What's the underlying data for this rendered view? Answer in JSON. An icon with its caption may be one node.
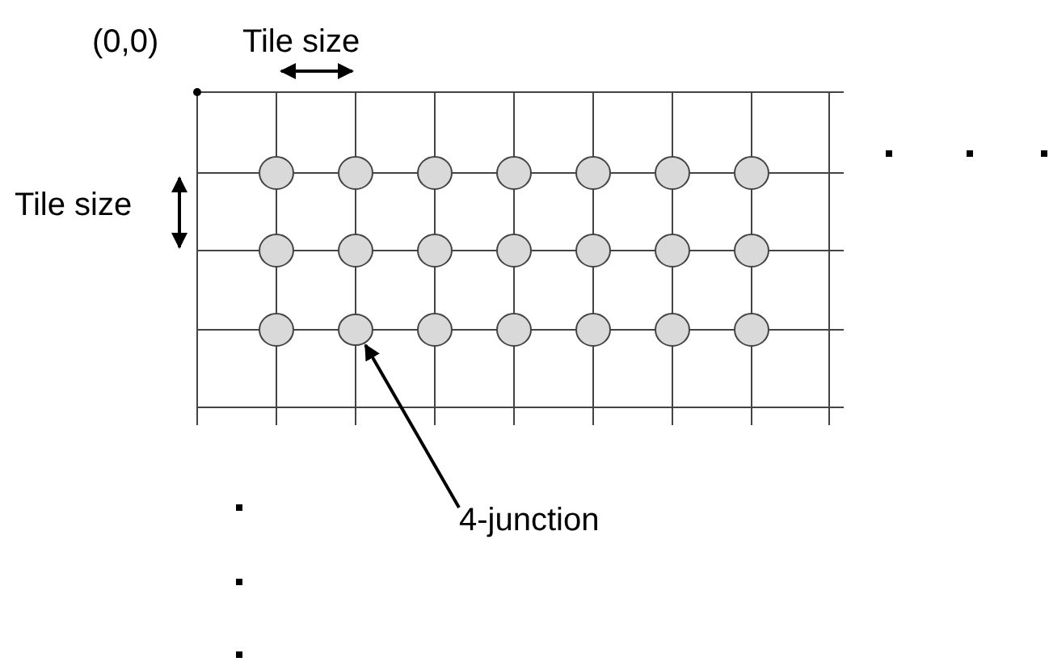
{
  "diagram": {
    "nodes": [
      {
        "text": [],
        "shape": "circle"
      },
      {
        "text": [
          "4-junction"
        ]
      }
    ],
    "edges": [
      {
        "from": 1,
        "to": 0,
        "arrow": "to"
      }
    ],
    "labels": [
      "(0,0)",
      "Tile size",
      "Tile size"
    ]
  }
}
